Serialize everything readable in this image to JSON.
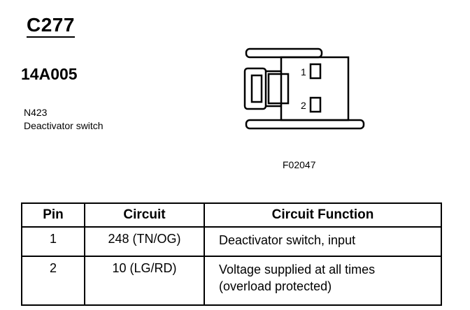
{
  "header": {
    "connector_id": "C277",
    "part_number": "14A005",
    "description_code": "N423",
    "description_name": "Deactivator switch"
  },
  "diagram": {
    "pin_labels": [
      "1",
      "2"
    ],
    "figure_id": "F02047"
  },
  "table": {
    "headers": {
      "pin": "Pin",
      "circuit": "Circuit",
      "function": "Circuit Function"
    },
    "rows": [
      {
        "pin": "1",
        "circuit": "248 (TN/OG)",
        "function_line1": "Deactivator switch, input",
        "function_line2": ""
      },
      {
        "pin": "2",
        "circuit": "10 (LG/RD)",
        "function_line1": "Voltage supplied at all times",
        "function_line2": "(overload protected)"
      }
    ]
  }
}
